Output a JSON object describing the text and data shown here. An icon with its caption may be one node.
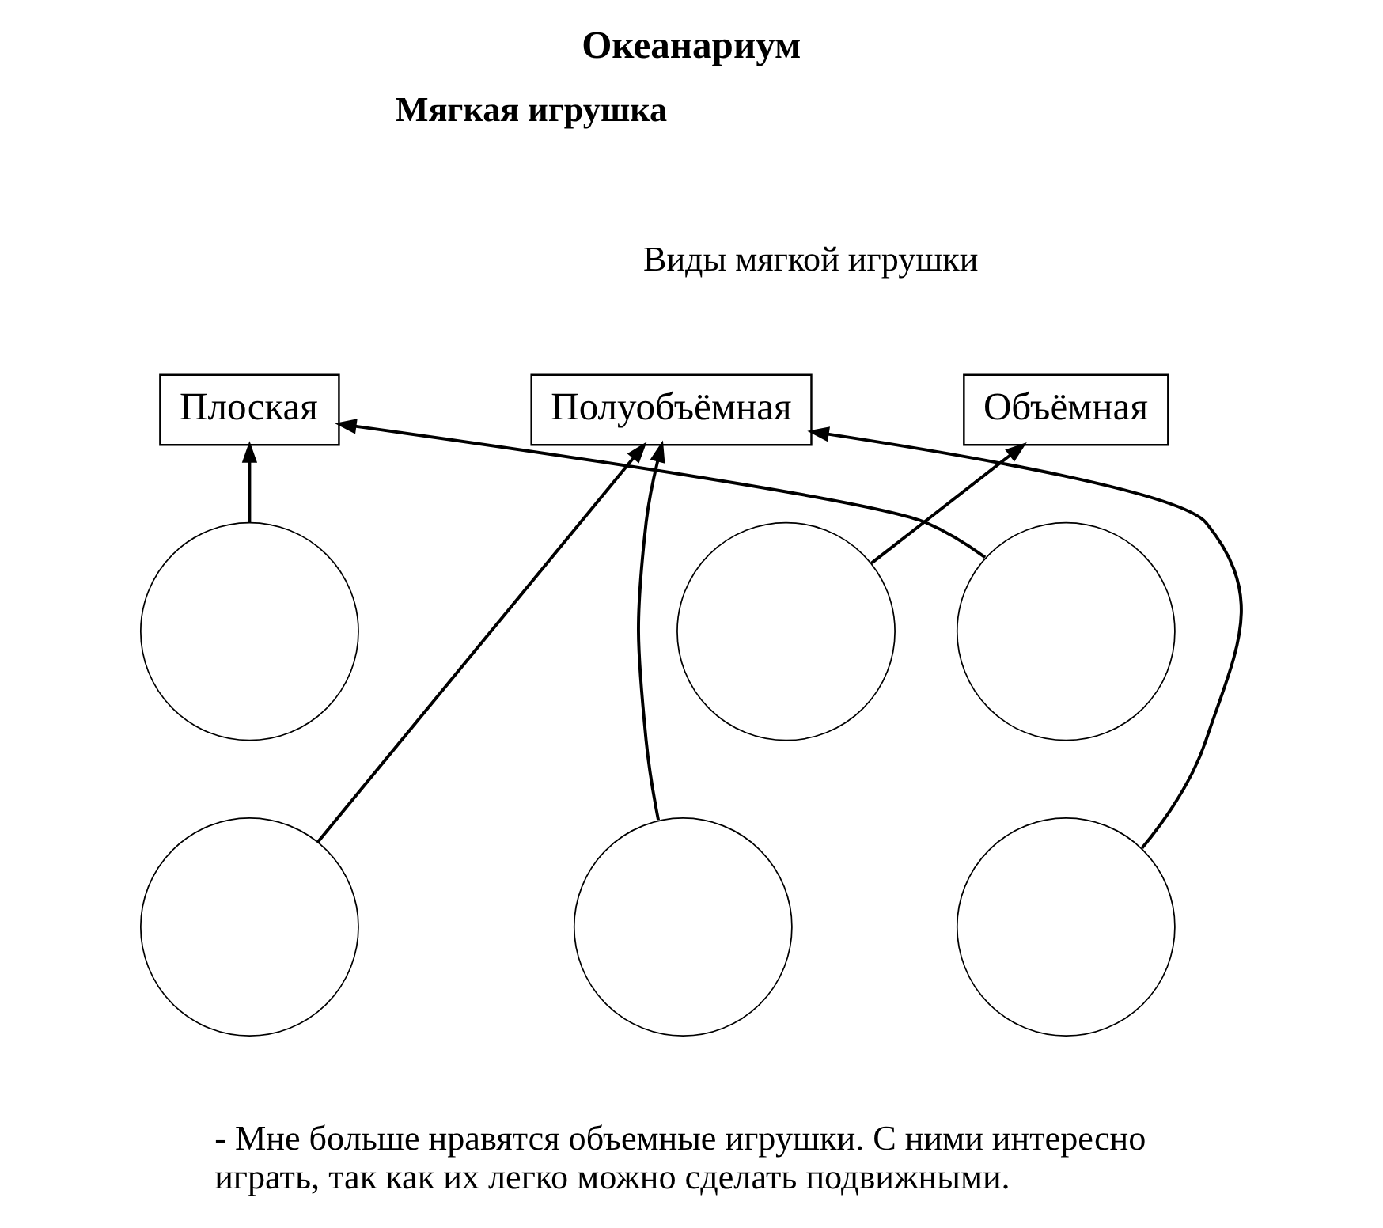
{
  "diagram": {
    "title": "Океанариум",
    "nodes": [
      {
        "text": [
          "Плоская"
        ]
      },
      {
        "text": [
          "Полуобъёмная"
        ]
      },
      {
        "text": [
          "Объёмная"
        ]
      },
      {
        "text": [],
        "shape": "circle"
      },
      {
        "text": [],
        "shape": "circle"
      },
      {
        "text": [],
        "shape": "circle"
      },
      {
        "text": [],
        "shape": "circle"
      },
      {
        "text": [],
        "shape": "circle"
      },
      {
        "text": [],
        "shape": "circle"
      }
    ],
    "edges": [
      {
        "from": 3,
        "to": 0,
        "arrow": "to"
      },
      {
        "from": 5,
        "to": 0,
        "arrow": "to"
      },
      {
        "from": 4,
        "to": 2,
        "arrow": "to"
      },
      {
        "from": 6,
        "to": 1,
        "arrow": "to"
      },
      {
        "from": 7,
        "to": 1,
        "arrow": "to"
      },
      {
        "from": 8,
        "to": 1,
        "arrow": "to"
      }
    ],
    "labels": [
      "Мягкая игрушка",
      "Виды мягкой игрушки",
      "- Мне больше нравятся объемные игрушки. С ними интересно играть, так как их легко можно сделать подвижными."
    ]
  }
}
